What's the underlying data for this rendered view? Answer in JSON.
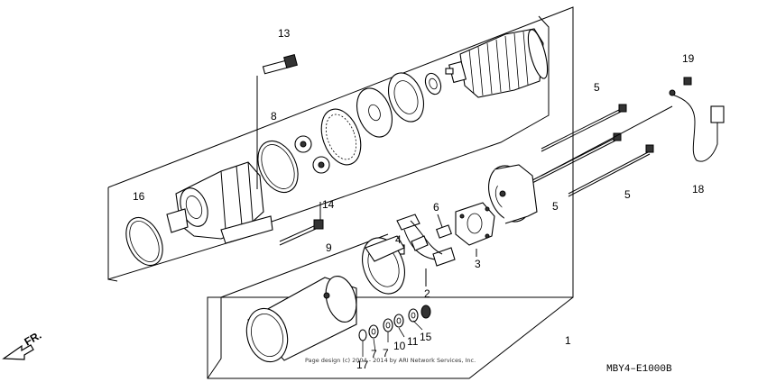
{
  "labels": {
    "p1": "1",
    "p2": "2",
    "p3": "3",
    "p4": "4",
    "p5a": "5",
    "p5b": "5",
    "p5c": "5",
    "p6": "6",
    "p7a": "7",
    "p7b": "7",
    "p8": "8",
    "p9": "9",
    "p10": "10",
    "p11": "11",
    "p13": "13",
    "p14": "14",
    "p15": "15",
    "p16": "16",
    "p17": "17",
    "p18": "18",
    "p19": "19"
  },
  "direction_marker": "FR.",
  "diagram_code": "MBY4–E1000B",
  "copyright": "Page design (c) 2004 - 2014 by ARI Network Services, Inc."
}
